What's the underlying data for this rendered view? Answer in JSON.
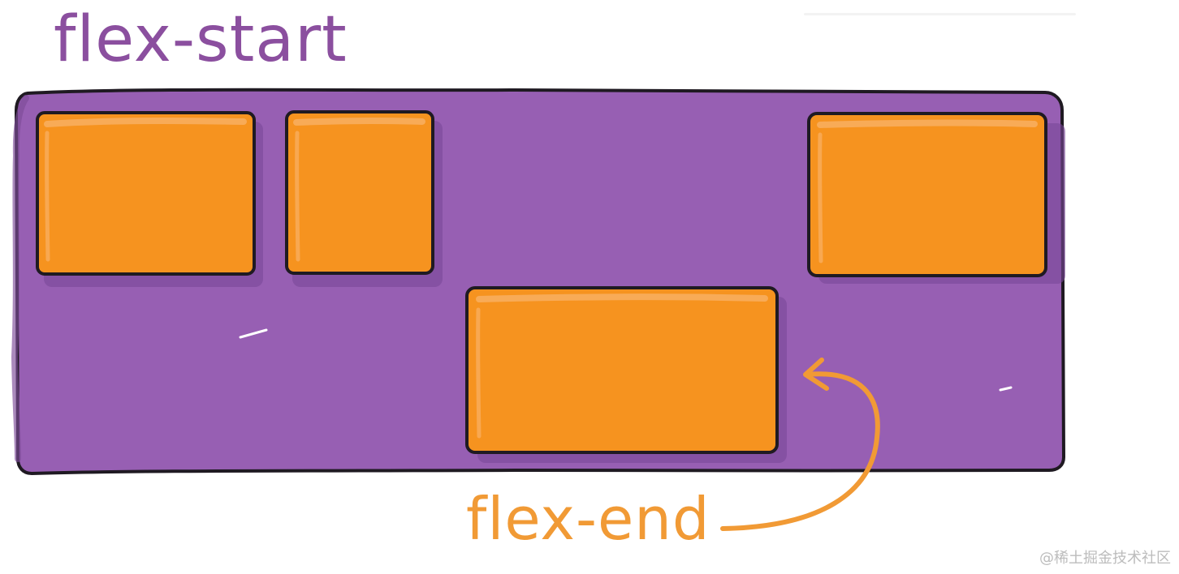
{
  "labels": {
    "start": "flex-start",
    "end": "flex-end"
  },
  "watermark": "@稀土掘金技术社区",
  "colors": {
    "container": "#975fb3",
    "container_shadow": "#7c4b98",
    "item": "#f6931f",
    "item_highlight": "#f8ab57",
    "item_shadow": "#7a4797",
    "outline": "#1f1a22",
    "start_label": "#8b4f9f",
    "end_label_and_arrow": "#f19a35"
  }
}
